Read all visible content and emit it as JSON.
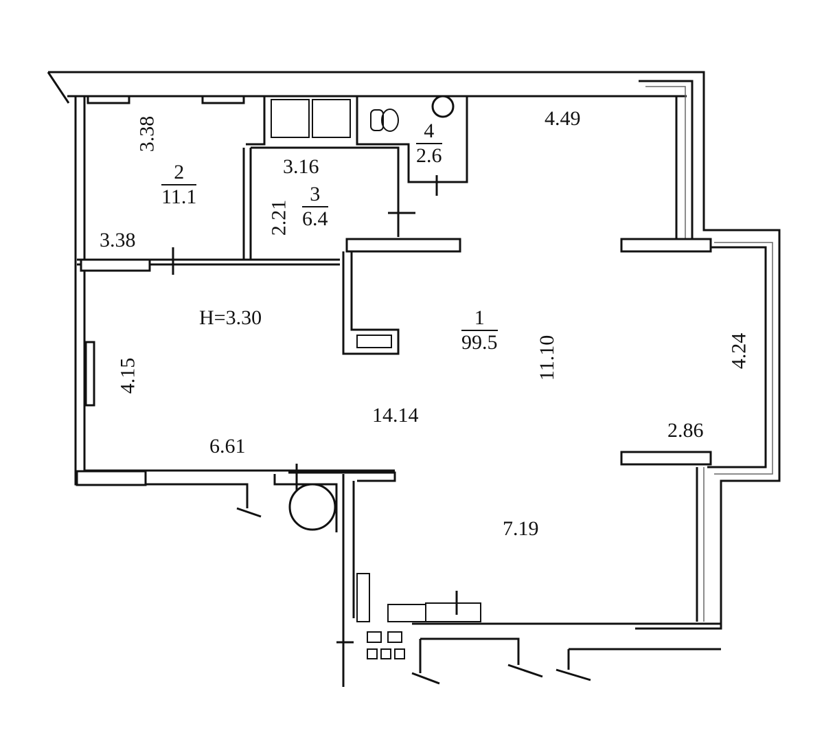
{
  "plan": {
    "ceiling_height": "H=3.30",
    "rooms": [
      {
        "number": "1",
        "area": "99.5"
      },
      {
        "number": "2",
        "area": "11.1"
      },
      {
        "number": "3",
        "area": "6.4"
      },
      {
        "number": "4",
        "area": "2.6"
      }
    ],
    "dimensions": {
      "room2_height": "3.38",
      "room2_width": "3.38",
      "room3_width": "3.16",
      "room3_height": "2.21",
      "top_right_width": "4.49",
      "main_depth": "11.10",
      "bay_height": "4.24",
      "bay_width": "2.86",
      "left_height": "4.15",
      "main_length": "14.14",
      "left_width": "6.61",
      "bottom_width": "7.19"
    }
  }
}
